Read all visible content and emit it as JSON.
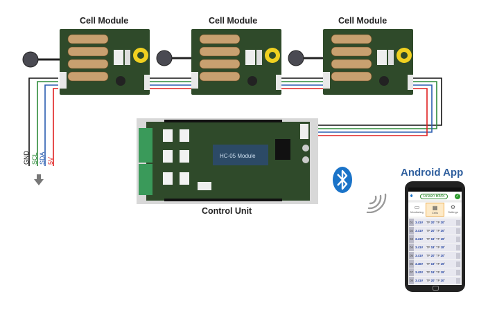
{
  "modules": [
    {
      "label": "Cell Module"
    },
    {
      "label": "Cell Module"
    },
    {
      "label": "Cell Module"
    }
  ],
  "control_unit": {
    "label": "Control Unit",
    "board_text": "HC-05 Module"
  },
  "wires": {
    "gnd": "GND",
    "scl": "SCL",
    "sda": "SDA",
    "v5": "5V"
  },
  "android": {
    "title": "Android App",
    "app_name": "Green BMS",
    "menu": [
      {
        "label": "Monitoring",
        "icon": "battery-icon"
      },
      {
        "label": "Cells",
        "icon": "cells-icon"
      },
      {
        "label": "Settings",
        "icon": "gear-icon"
      }
    ],
    "cells": [
      {
        "n": "01",
        "v": "3.41",
        "t1": "20",
        "t2": "20"
      },
      {
        "n": "02",
        "v": "3.41",
        "t1": "20",
        "t2": "20"
      },
      {
        "n": "03",
        "v": "3.41",
        "t1": "19",
        "t2": "19"
      },
      {
        "n": "04",
        "v": "3.41",
        "t1": "18",
        "t2": "18"
      },
      {
        "n": "05",
        "v": "3.41",
        "t1": "20",
        "t2": "20"
      },
      {
        "n": "06",
        "v": "3.40",
        "t1": "19",
        "t2": "19"
      },
      {
        "n": "07",
        "v": "3.42",
        "t1": "19",
        "t2": "19"
      },
      {
        "n": "08",
        "v": "3.41",
        "t1": "20",
        "t2": "20"
      }
    ]
  },
  "colors": {
    "gnd": "#111111",
    "scl": "#2e8b3a",
    "sda": "#2a5db0",
    "v5": "#e02020",
    "pcb": "#2f4a2a"
  }
}
